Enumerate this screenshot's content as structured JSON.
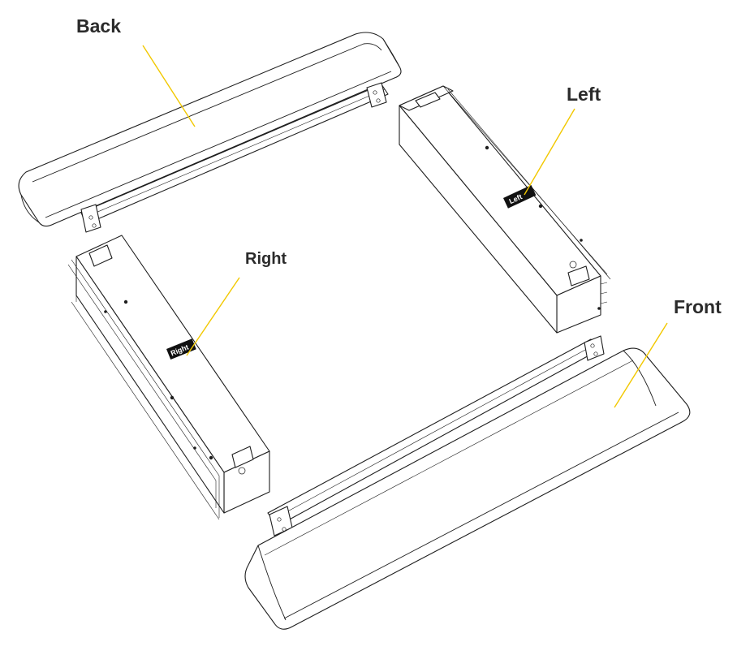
{
  "callouts": {
    "back": "Back",
    "left": "Left",
    "right": "Right",
    "front": "Front"
  },
  "tags": {
    "left": "Left",
    "right": "Right"
  },
  "colors": {
    "leader": "#f2c800",
    "outline": "#1e1e1e",
    "tag_background": "#111111"
  }
}
